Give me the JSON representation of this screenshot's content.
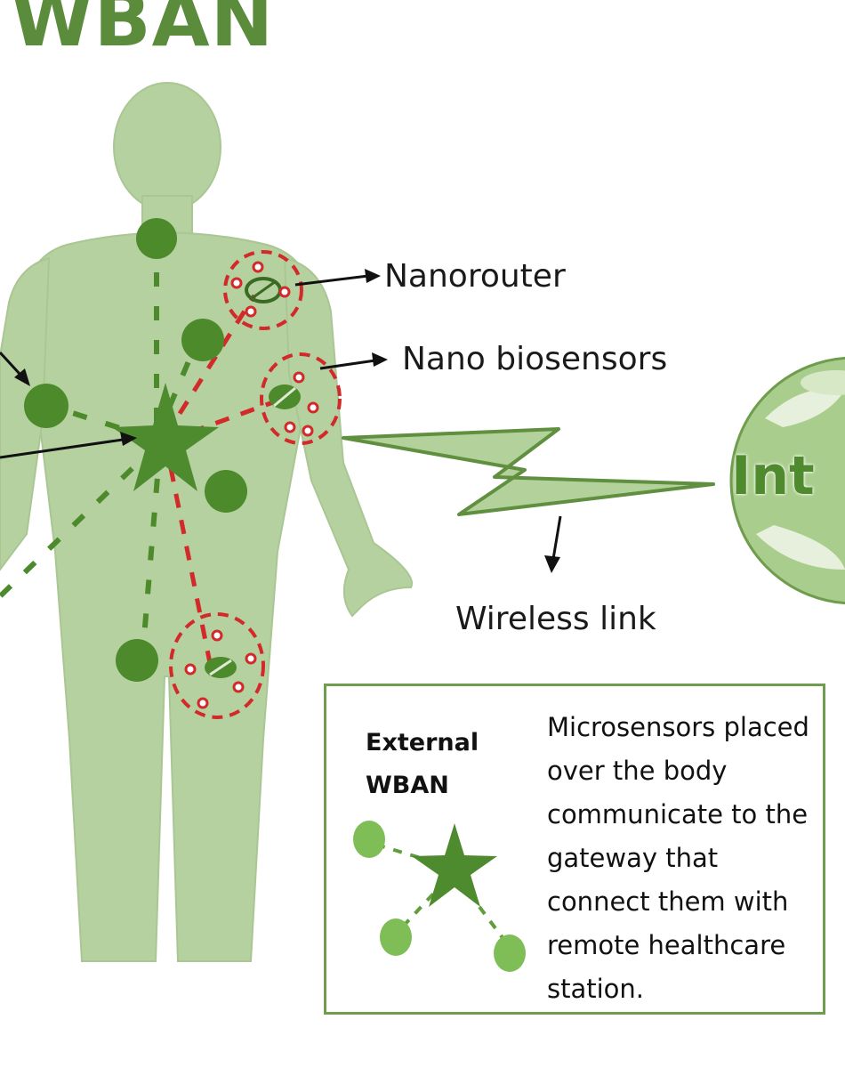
{
  "title": "WBAN",
  "labels": {
    "nanorouter": "Nanorouter",
    "nano_biosensors": "Nano biosensors",
    "wireless_link": "Wireless link",
    "globe_text": "Int"
  },
  "legend": {
    "title": "External WBAN",
    "description": "Microsensors placed over the body communicate to the gateway that connect them with remote healthcare station."
  },
  "colors": {
    "body": "#b6d1a0",
    "sensor": "#4c8a2c",
    "link_red": "#d22a2a",
    "accent": "#5a8c3c"
  }
}
